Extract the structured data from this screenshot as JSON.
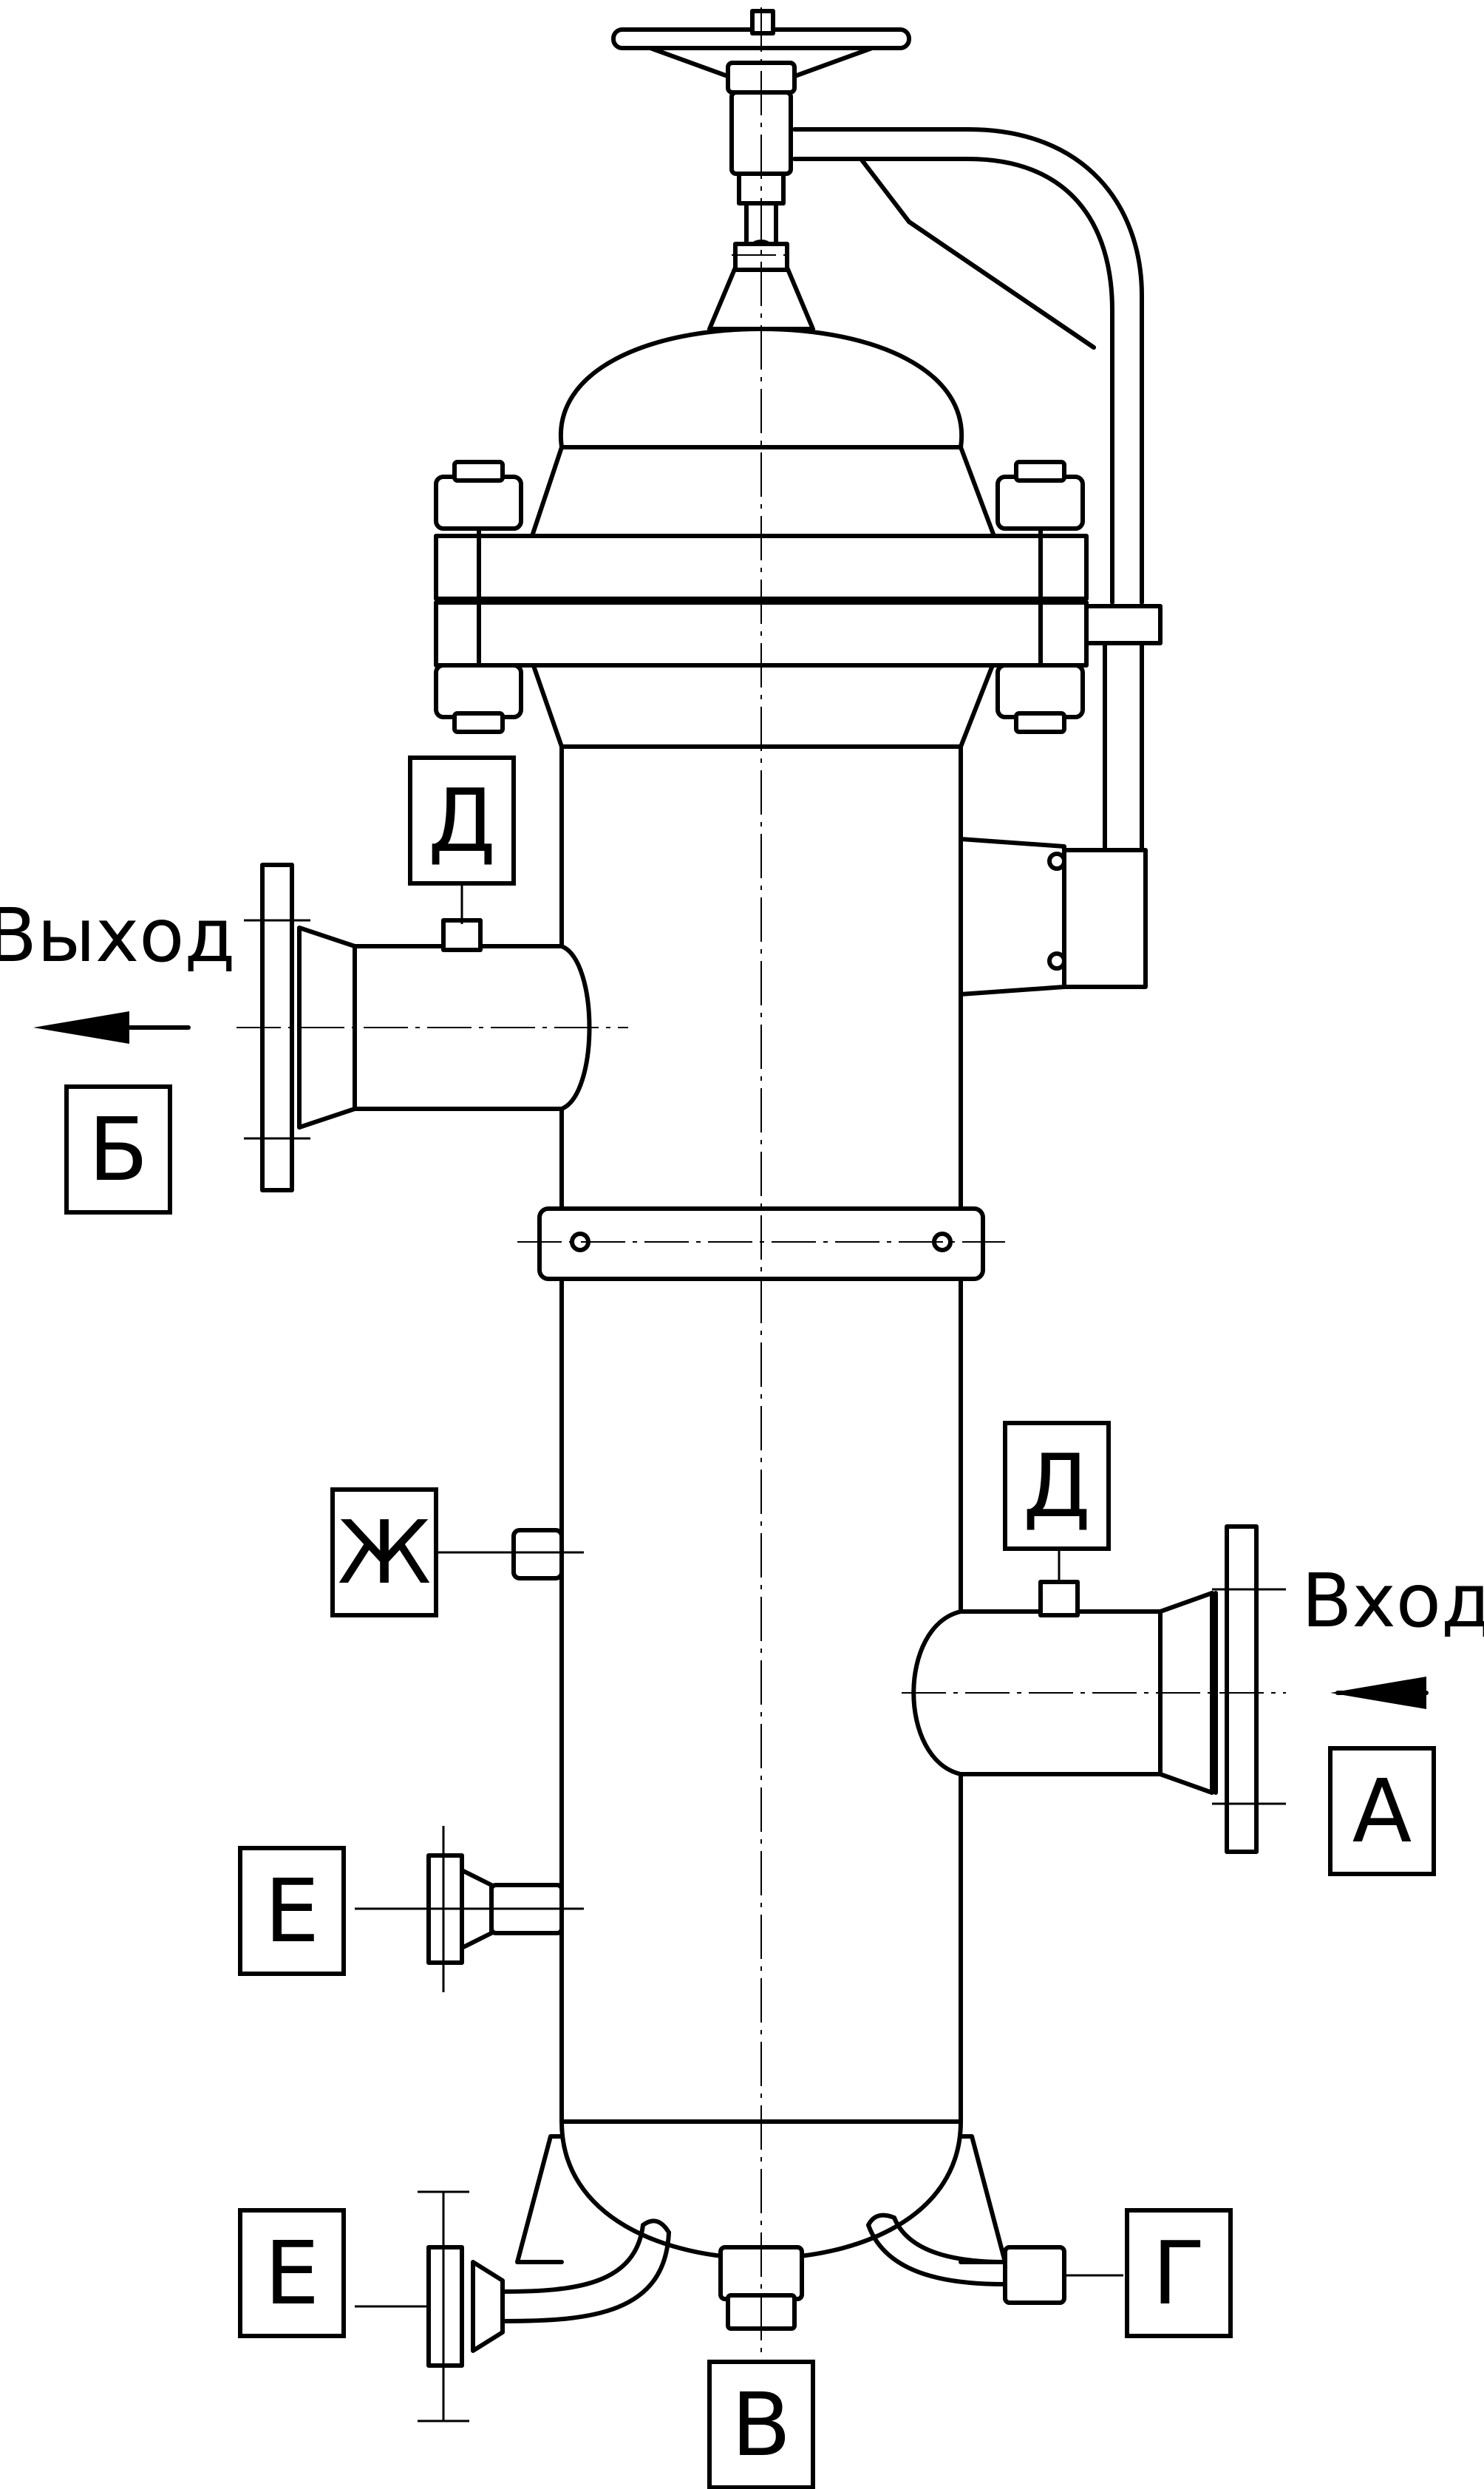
{
  "labels": {
    "outlet_word": "Выход",
    "inlet_word": "Вход",
    "outlet_port": "Б",
    "inlet_port": "А",
    "drain_bottom": "В",
    "port_g": "Г",
    "port_d_top": "Д",
    "port_d_bottom": "Д",
    "port_zh": "Ж",
    "port_e_upper": "Е",
    "port_e_lower": "Е"
  }
}
